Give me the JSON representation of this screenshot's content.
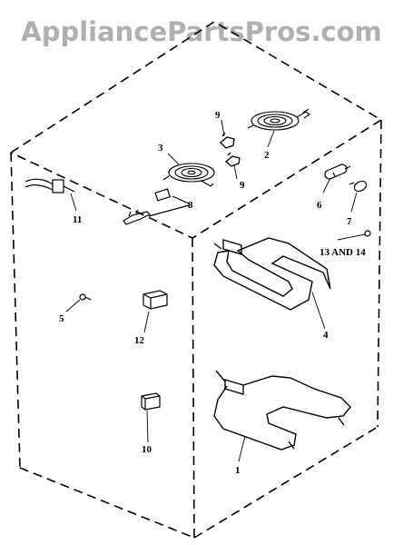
{
  "watermark": "AppliancePartsPros.com",
  "parts": [
    {
      "id": "1",
      "label": "1",
      "name": "bake-element"
    },
    {
      "id": "2",
      "label": "2",
      "name": "surface-element-right"
    },
    {
      "id": "3",
      "label": "3",
      "name": "surface-element-left"
    },
    {
      "id": "4",
      "label": "4",
      "name": "broil-element"
    },
    {
      "id": "5",
      "label": "5",
      "name": "screw"
    },
    {
      "id": "6",
      "label": "6",
      "name": "lamp-socket"
    },
    {
      "id": "7",
      "label": "7",
      "name": "lamp-bulb"
    },
    {
      "id": "8",
      "label": "8",
      "name": "terminal-block"
    },
    {
      "id": "9a",
      "label": "9",
      "name": "receptacle-upper"
    },
    {
      "id": "9b",
      "label": "9",
      "name": "receptacle-lower"
    },
    {
      "id": "10",
      "label": "10",
      "name": "switch"
    },
    {
      "id": "11",
      "label": "11",
      "name": "oven-sensor"
    },
    {
      "id": "12",
      "label": "12",
      "name": "relay"
    },
    {
      "id": "13_14",
      "label": "13 AND 14",
      "name": "fastener"
    }
  ]
}
